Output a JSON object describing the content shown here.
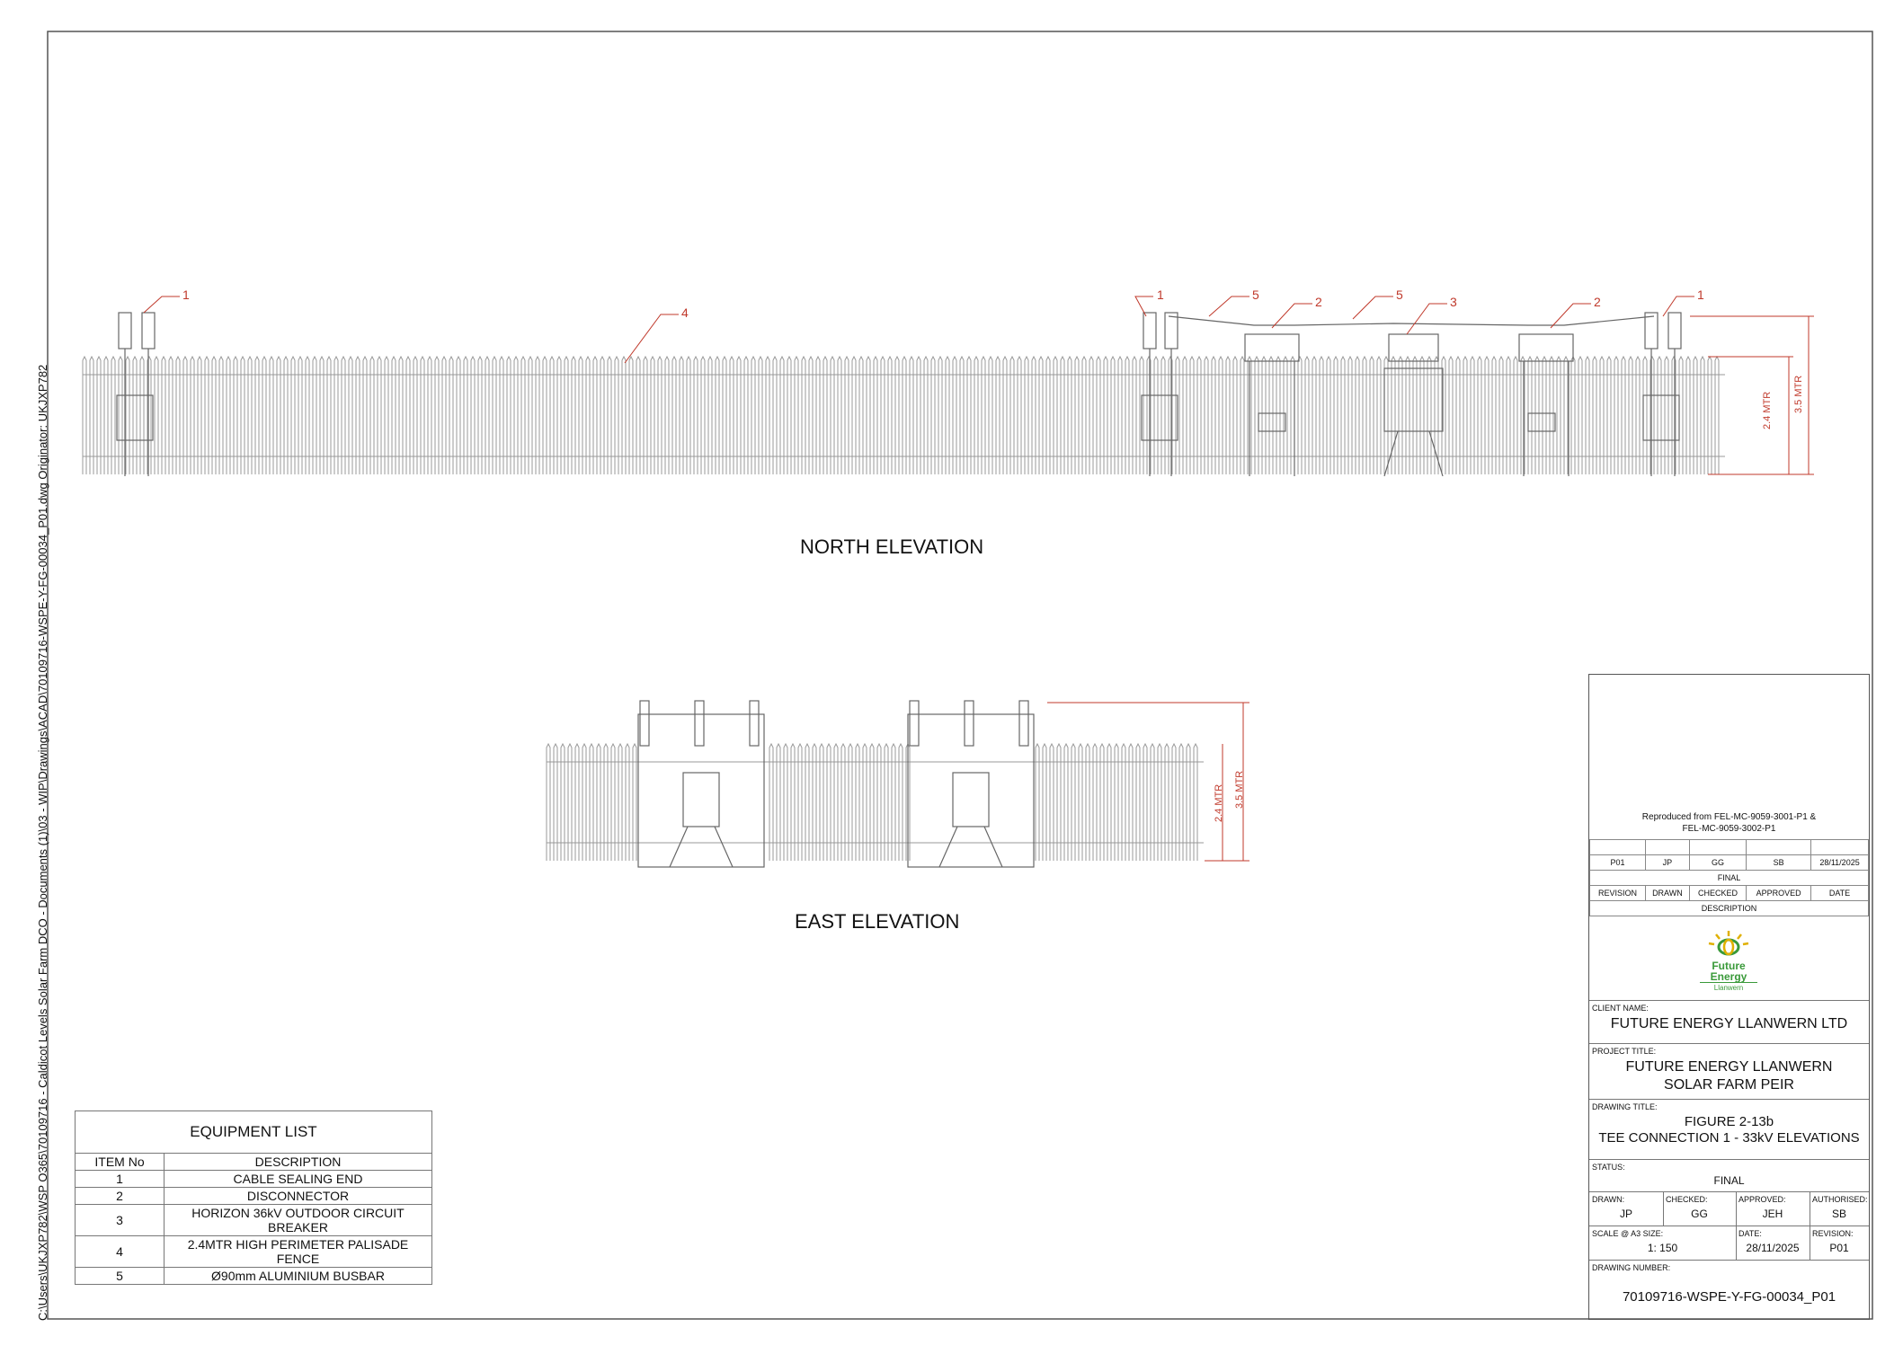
{
  "side_text": "C:\\Users\\UKJXP782\\WSP O365\\70109716 - Caldicot Levels Solar Farm DCO - Documents (1)\\03 - WIP\\Drawings\\ACAD\\70109716-WSPE-Y-FG-00034_P01.dwg    Originator: UKJXP782",
  "views": {
    "north_title": "NORTH ELEVATION",
    "east_title": "EAST ELEVATION",
    "north_callouts": [
      "1",
      "4",
      "1",
      "5",
      "2",
      "5",
      "3",
      "2",
      "1"
    ],
    "north_dims": [
      "2.4 MTR",
      "3.5 MTR"
    ],
    "east_dims": [
      "2.4 MTR",
      "3.5 MTR"
    ]
  },
  "equipment_list": {
    "title": "EQUIPMENT LIST",
    "headers": [
      "ITEM No",
      "DESCRIPTION"
    ],
    "rows": [
      {
        "item": "1",
        "desc": "CABLE SEALING END"
      },
      {
        "item": "2",
        "desc": "DISCONNECTOR"
      },
      {
        "item": "3",
        "desc": "HORIZON 36kV OUTDOOR CIRCUIT BREAKER"
      },
      {
        "item": "4",
        "desc": "2.4MTR HIGH PERIMETER PALISADE FENCE"
      },
      {
        "item": "5",
        "desc": "Ø90mm ALUMINIUM BUSBAR"
      }
    ]
  },
  "title_block": {
    "note_line1": "Reproduced from FEL-MC-9059-3001-P1  &",
    "note_line2": "FEL-MC-9059-3002-P1",
    "revision_row": [
      "P01",
      "JP",
      "GG",
      "SB",
      "28/11/2025"
    ],
    "revision_desc": "FINAL",
    "revision_headers": [
      "REVISION",
      "DRAWN",
      "CHECKED",
      "APPROVED",
      "DATE"
    ],
    "description_label": "DESCRIPTION",
    "logo_line1": "Future",
    "logo_line2": "Energy",
    "logo_line3": "Llanwern",
    "client_label": "CLIENT NAME:",
    "client_name": "FUTURE ENERGY LLANWERN LTD",
    "project_label": "PROJECT TITLE:",
    "project_line1": "FUTURE ENERGY LLANWERN",
    "project_line2": "SOLAR FARM PEIR",
    "drawing_title_label": "DRAWING TITLE:",
    "drawing_title_line1": "FIGURE 2-13b",
    "drawing_title_line2": "TEE CONNECTION 1 -  33kV ELEVATIONS",
    "status_label": "STATUS:",
    "status": "FINAL",
    "drawn_label": "DRAWN:",
    "drawn": "JP",
    "checked_label": "CHECKED:",
    "checked": "GG",
    "approved_label": "APPROVED:",
    "approved": "JEH",
    "authorised_label": "AUTHORISED:",
    "authorised": "SB",
    "scale_label": "SCALE @ A3 SIZE:",
    "scale": "1: 150",
    "date_label": "DATE:",
    "date": "28/11/2025",
    "revision_label": "REVISION:",
    "revision": "P01",
    "drawing_number_label": "DRAWING NUMBER:",
    "drawing_number": "70109716-WSPE-Y-FG-00034_P01"
  },
  "colors": {
    "callout_red": "#c0392b",
    "logo_green": "#3a9a3a",
    "logo_yellow": "#e0b000"
  }
}
